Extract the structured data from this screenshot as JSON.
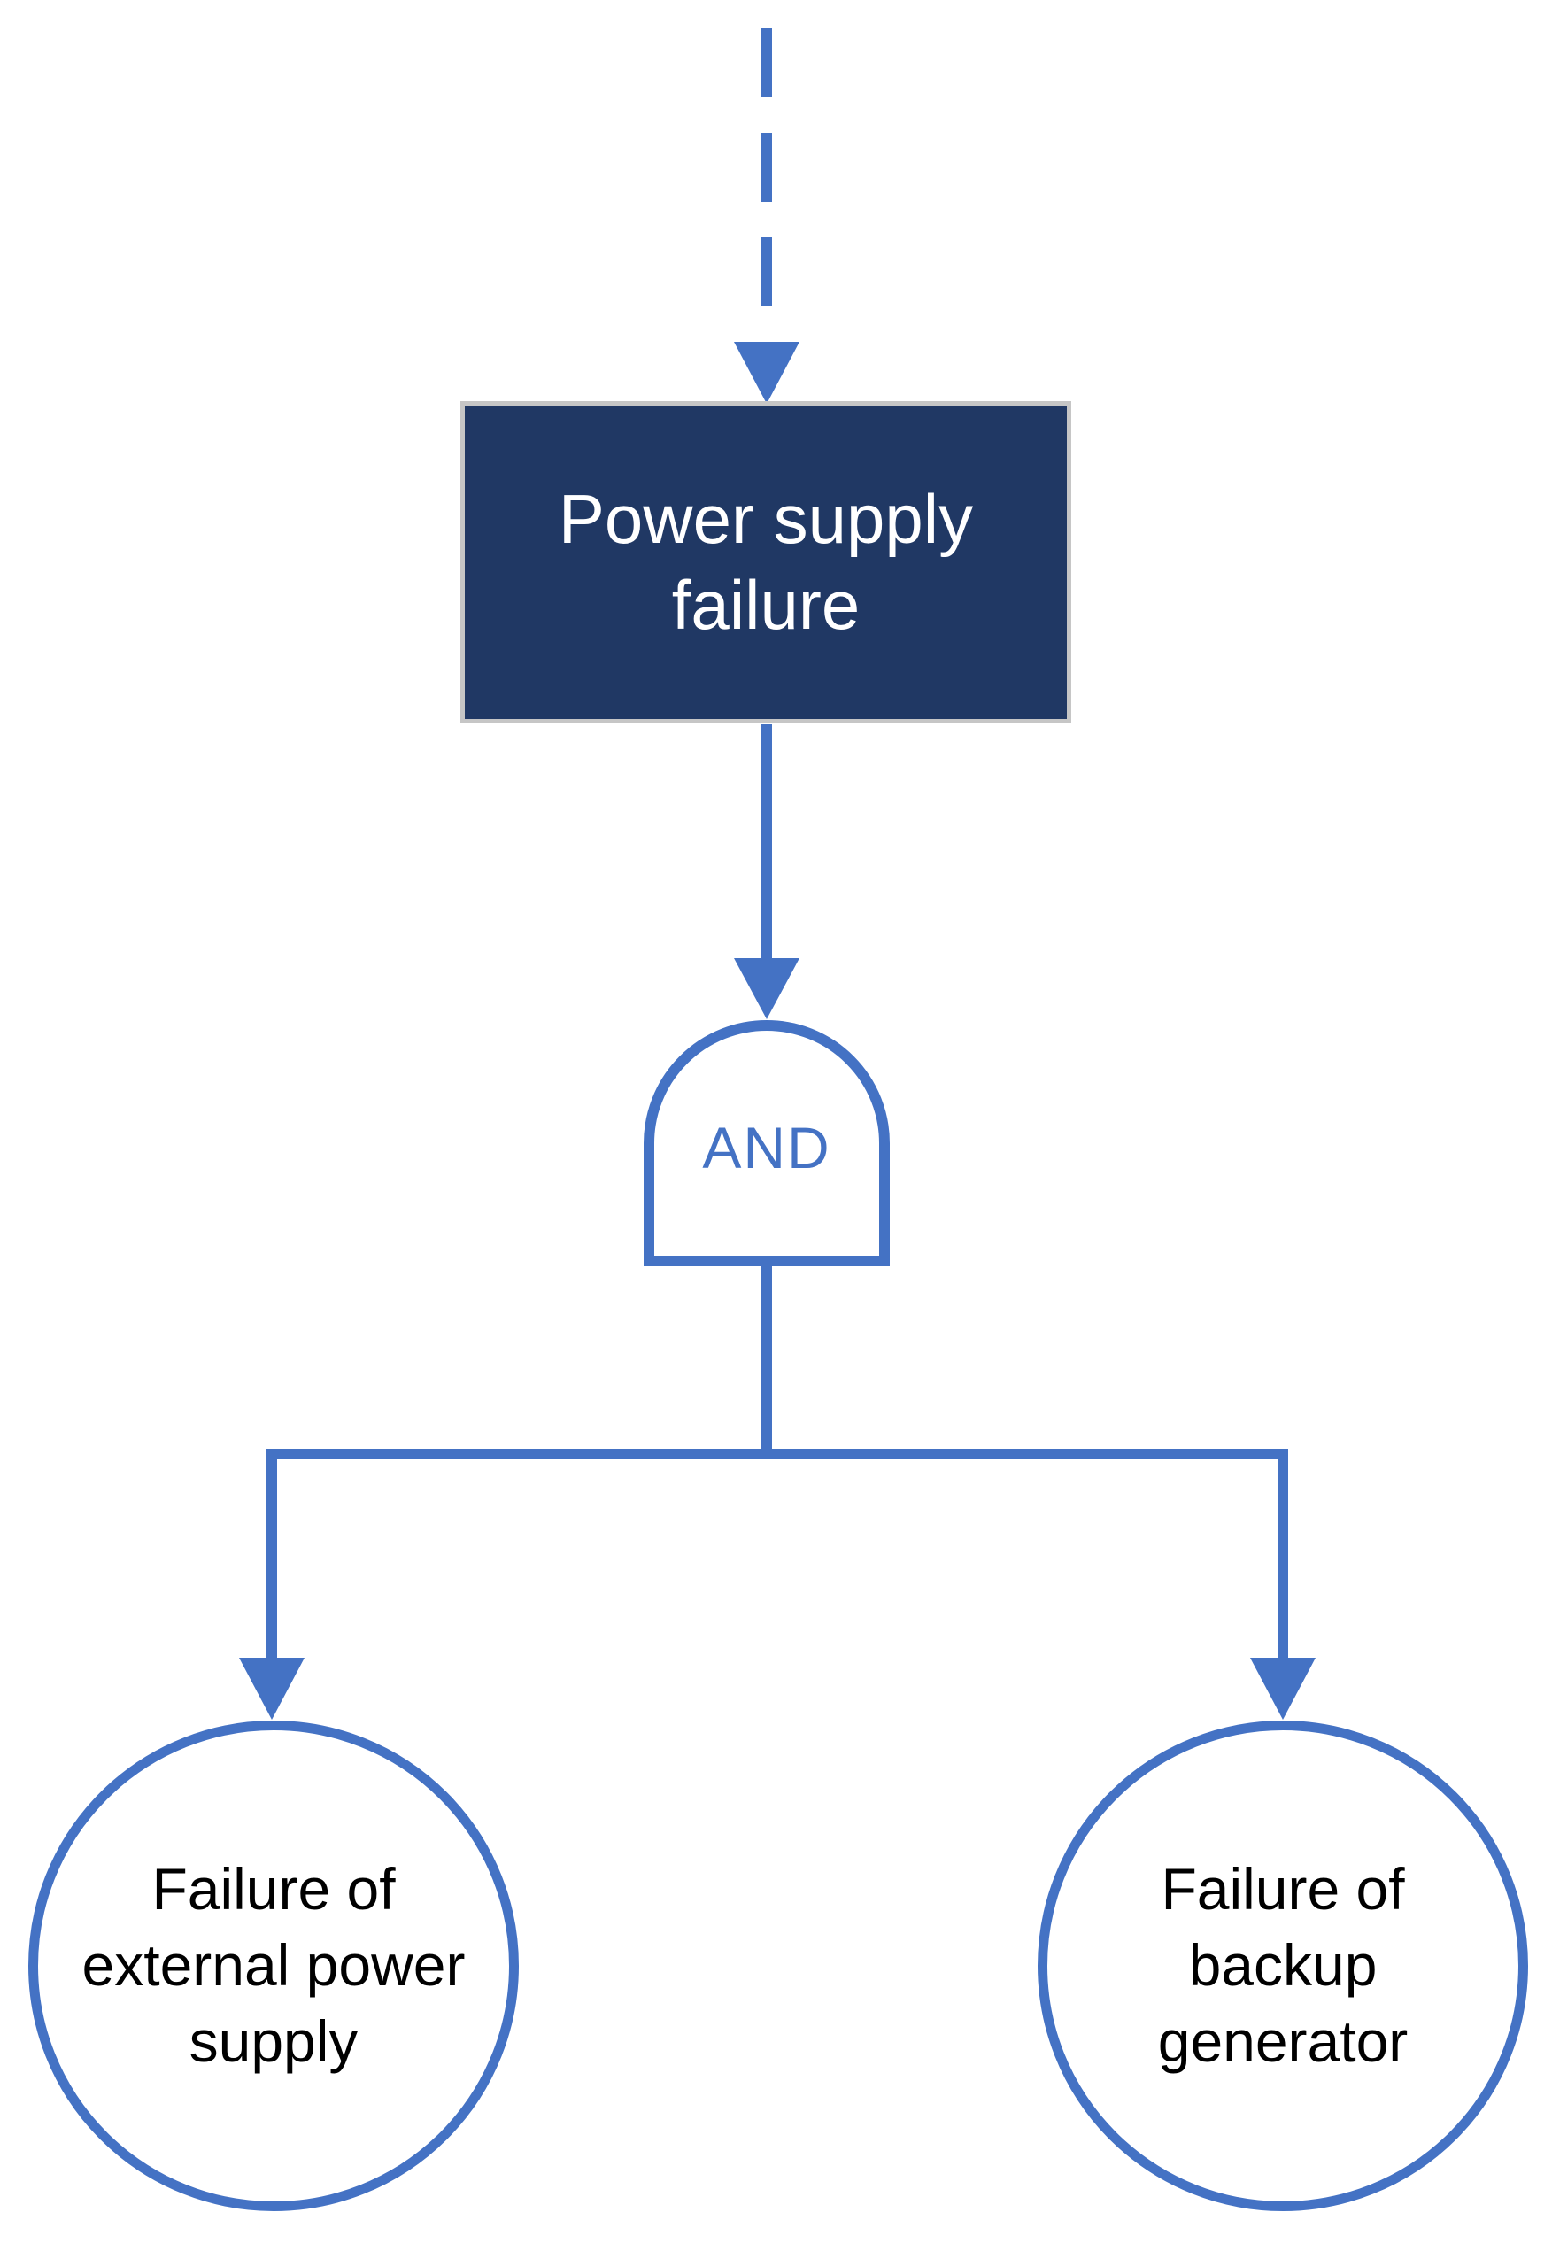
{
  "diagram": {
    "top_event": {
      "label": "Power supply failure"
    },
    "gate": {
      "label": "AND"
    },
    "basic_events": [
      {
        "label": "Failure of external power supply"
      },
      {
        "label": "Failure of backup generator"
      }
    ],
    "colors": {
      "connector_blue": "#4472C4",
      "top_event_fill": "#203864",
      "top_event_border": "#C6C6C6",
      "top_event_text": "#FFFFFF",
      "gate_label_text": "#4472C4",
      "basic_event_text": "#000000",
      "background": "#FFFFFF"
    }
  }
}
